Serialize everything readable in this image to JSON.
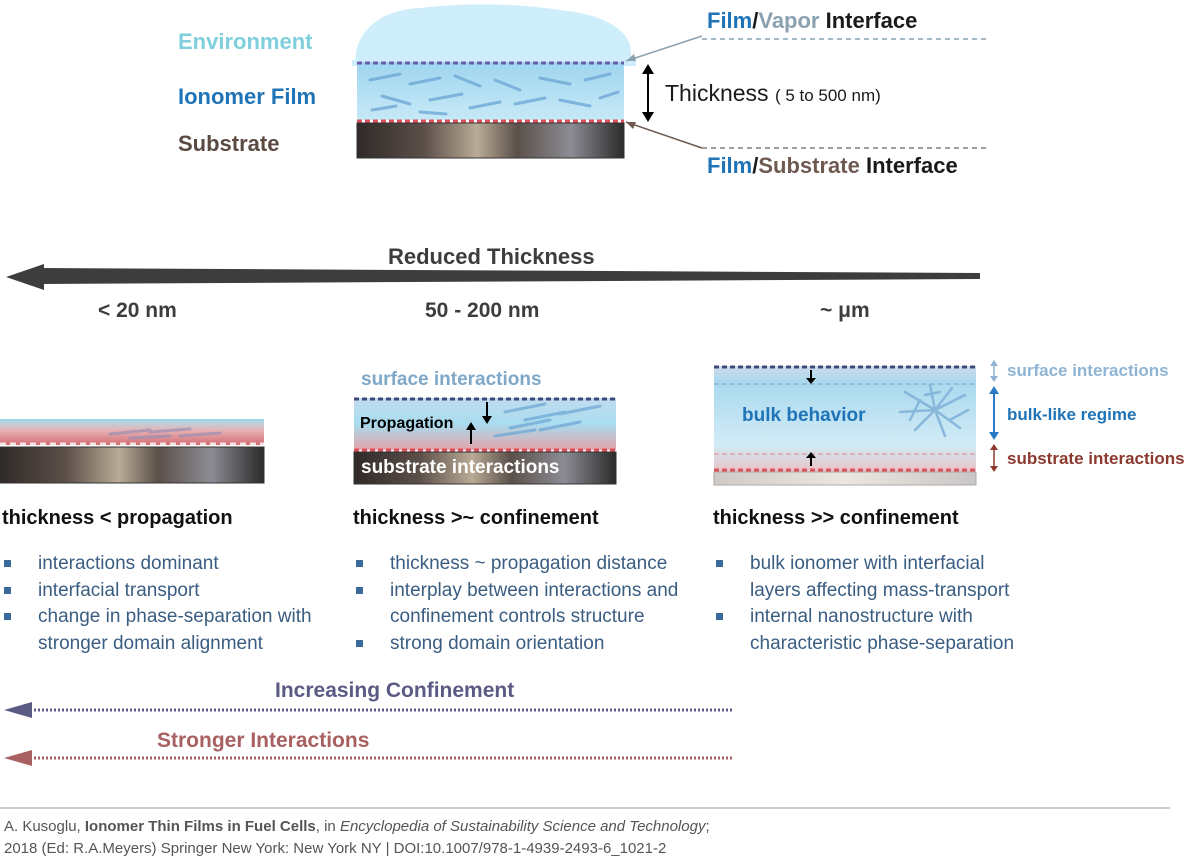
{
  "schematic": {
    "environment_label": "Environment",
    "film_label": "Ionomer Film",
    "substrate_label": "Substrate",
    "top_interface": {
      "film": "Film",
      "sep": "/",
      "other": "Vapor",
      "interface": "Interface"
    },
    "bottom_interface": {
      "film": "Film",
      "sep": "/",
      "other": "Substrate",
      "interface": "Interface"
    },
    "thickness_label": "Thickness",
    "thickness_range": "( 5 to 500 nm)"
  },
  "reduced_thickness_label": "Reduced Thickness",
  "regimes": [
    {
      "range": "< 20 nm",
      "heading": "thickness  < propagation",
      "bullets": [
        "interactions dominant",
        "interfacial transport",
        "change in phase-separation with stronger domain alignment"
      ]
    },
    {
      "range": "50 - 200 nm",
      "heading": "thickness >~ confinement",
      "diagram": {
        "top": "surface interactions",
        "middle": "Propagation",
        "bottom": "substrate interactions"
      },
      "bullets": [
        "thickness ~ propagation distance",
        "interplay between interactions and confinement controls structure",
        "strong domain orientation"
      ]
    },
    {
      "range": "~ μm",
      "heading": "thickness >> confinement",
      "diagram": {
        "middle": "bulk behavior"
      },
      "side_labels": {
        "top": "surface interactions",
        "middle": "bulk-like regime",
        "bottom": "substrate interactions"
      },
      "bullets": [
        "bulk ionomer with interfacial layers affecting mass-transport",
        "internal nanostructure with characteristic phase-separation"
      ]
    }
  ],
  "trend_arrows": [
    {
      "label": "Increasing Confinement",
      "color": "#5a5a84"
    },
    {
      "label": "Stronger Interactions",
      "color": "#a86060"
    }
  ],
  "citation": {
    "author": "A. Kusoglu, ",
    "title": "Ionomer Thin Films in Fuel Cells",
    "in": ", in ",
    "book": "Encyclopedia of Sustainability Science and Technology",
    "end1": ";",
    "line2": "2018 (Ed: R.A.Meyers)  Springer New York: New York NY |  DOI:10.1007/978-1-4939-2493-6_1021-2"
  },
  "colors": {
    "film_blue": "#1f74b8",
    "substrate_dark": "#3a3430",
    "interface_red": "#e26b73",
    "confinement": "#5a5a84",
    "interactions": "#a86060"
  }
}
